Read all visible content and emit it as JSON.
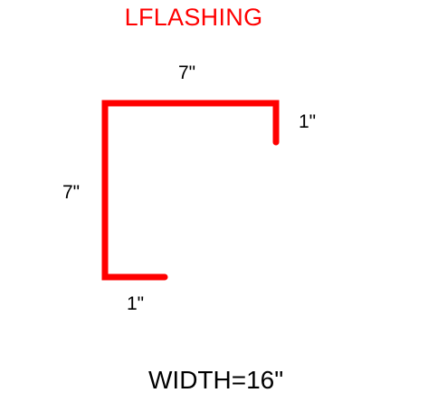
{
  "title": {
    "text": "LFLASHING",
    "color": "#ff0000"
  },
  "profile": {
    "color": "#ff0000",
    "segments": [
      {
        "name": "top",
        "label": "7\""
      },
      {
        "name": "right-return",
        "label": "1\""
      },
      {
        "name": "left",
        "label": "7\""
      },
      {
        "name": "bottom-return",
        "label": "1\""
      }
    ]
  },
  "total": {
    "text": "WIDTH=16\""
  }
}
